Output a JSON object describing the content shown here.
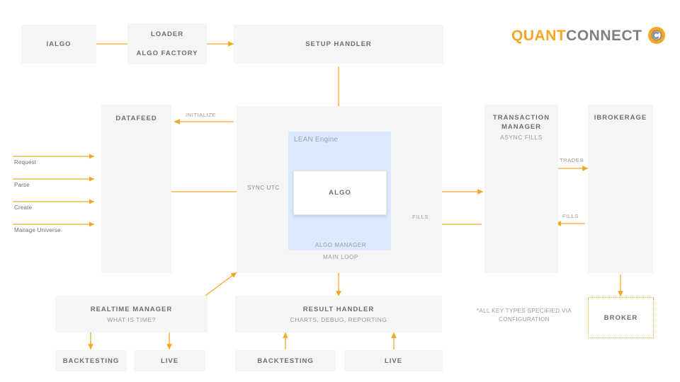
{
  "brand": {
    "name_part1": "QUANT",
    "name_part2": "CONNECT",
    "mark": "quantconnect-logo-mark",
    "accent_color": "#f5a623",
    "grey_color": "#808080"
  },
  "colors": {
    "box_fill": "#f5f5f5",
    "engine_fill": "#dbeafe",
    "arrow": "#f5a623",
    "title_text": "#6e6e6e",
    "sub_text": "#9a9a9a"
  },
  "boxes": {
    "ialgo": {
      "title": "IALGO"
    },
    "loader": {
      "title": "LOADER",
      "sub": "ALGO FACTORY"
    },
    "setup_handler": {
      "title": "SETUP HANDLER"
    },
    "datafeed": {
      "title": "DATAFEED"
    },
    "transaction_manager": {
      "title": "TRANSACTION MANAGER",
      "sub": "ASYNC FILLS"
    },
    "ibrokerage": {
      "title": "IBROKERAGE"
    },
    "realtime_manager": {
      "title": "REALTIME MANAGER",
      "sub": "WHAT IS TIME?"
    },
    "result_handler": {
      "title": "RESULT HANDLER",
      "sub": "CHARTS, DEBUG, REPORTING"
    },
    "rt_backtesting": {
      "title": "BACKTESTING"
    },
    "rt_live": {
      "title": "LIVE"
    },
    "rh_backtesting": {
      "title": "BACKTESTING"
    },
    "rh_live": {
      "title": "LIVE"
    },
    "broker": {
      "title": "BROKER"
    }
  },
  "engine": {
    "lean_label": "LEAN Engine",
    "algo_label": "ALGO",
    "algo_manager_label": "ALGO MANAGER",
    "main_loop_label": "MAIN LOOP"
  },
  "flow_labels": {
    "initialize": "INITIALIZE",
    "sync_utc": "SYNC UTC",
    "trades": "TRADES",
    "fills_engine": "FILLS",
    "fills_brokerage": "FILLS"
  },
  "inputs": [
    {
      "label": "Request"
    },
    {
      "label": "Parse"
    },
    {
      "label": "Create"
    },
    {
      "label": "Manage Universe"
    }
  ],
  "footnote": {
    "text": "*ALL KEY TYPES SPECIFIED VIA CONFIGURATION"
  }
}
